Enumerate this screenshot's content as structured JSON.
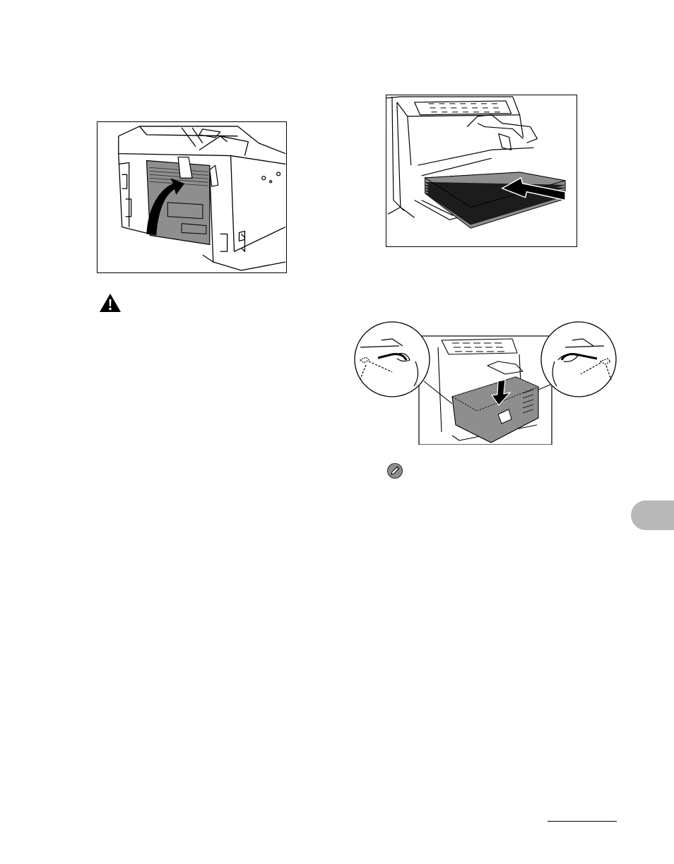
{
  "page": {
    "figures": [
      {
        "id": "rear-cover",
        "icon": "printer-rear-cover-illustration"
      },
      {
        "id": "paper-load",
        "icon": "paper-stack-insert-illustration"
      },
      {
        "id": "paper-guides",
        "icon": "paper-guide-detail-illustration"
      }
    ],
    "icons": {
      "warning": "warning-triangle-icon",
      "note": "note-pencil-icon"
    },
    "colors": {
      "tab": "#b9b9b9",
      "illustration_fill": "#8e8e8e",
      "ink": "#000000"
    }
  }
}
